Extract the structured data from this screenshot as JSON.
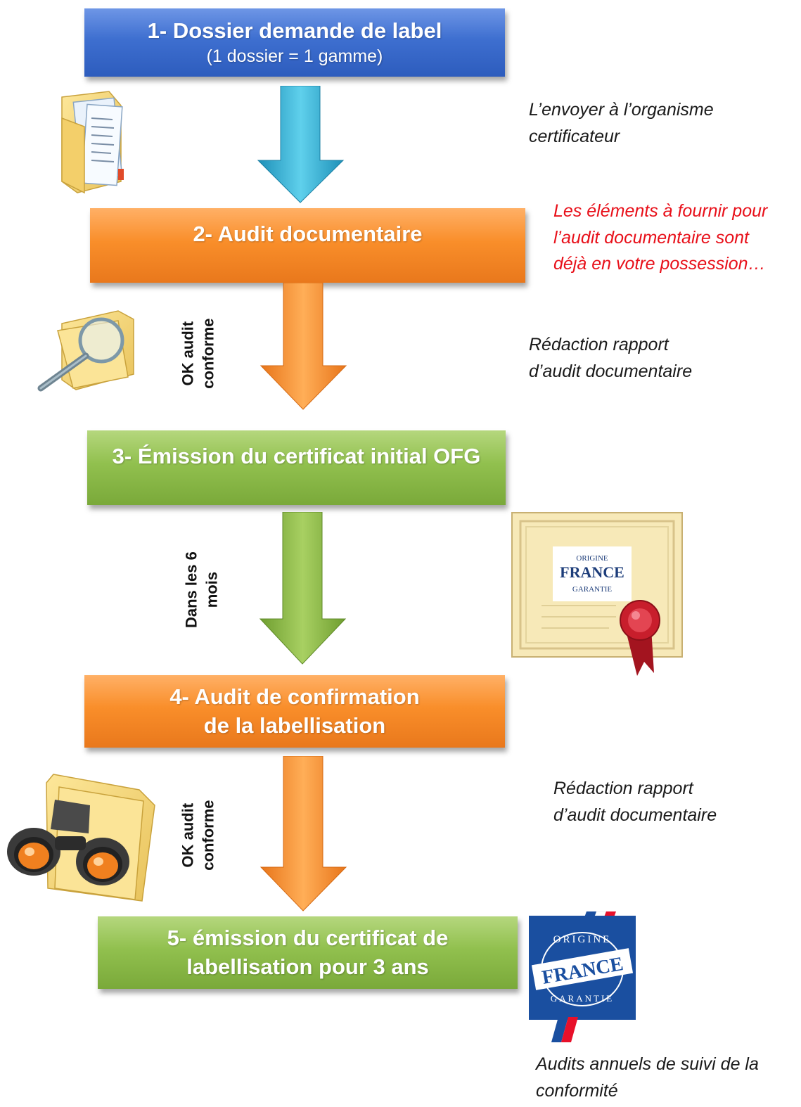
{
  "steps": [
    {
      "title": "1- Dossier demande de label",
      "subtitle": "(1 dossier = 1 gamme)",
      "color": "#3e6fd0"
    },
    {
      "title": "2- Audit documentaire",
      "color": "#f98e2a"
    },
    {
      "title": "3- Émission du certificat initial OFG",
      "color": "#91c04e"
    },
    {
      "title": "4- Audit de confirmation",
      "title_line2": "de la labellisation",
      "color": "#f98e2a"
    },
    {
      "title": "5- émission du certificat de",
      "title_line2": "labellisation pour 3 ans",
      "color": "#91c04e"
    }
  ],
  "arrow_labels": {
    "a2": {
      "line1": "OK audit",
      "line2": "conforme"
    },
    "a3": {
      "line1": "Dans les 6",
      "line2": "mois"
    },
    "a4": {
      "line1": "OK audit",
      "line2": "conforme"
    }
  },
  "notes": {
    "n1": {
      "line1": "L’envoyer à l’organisme",
      "line2": "certificateur"
    },
    "n2": {
      "line1": "Les éléments à fournir pour",
      "line2": "l’audit documentaire sont",
      "line3": "déjà en votre possession…",
      "color": "#e8101a"
    },
    "n3": {
      "line1": "Rédaction rapport",
      "line2": "d’audit documentaire"
    },
    "n4": {
      "line1": "Rédaction rapport",
      "line2": "d’audit documentaire"
    },
    "n5": {
      "line1": "Audits annuels de suivi de la",
      "line2": "conformité"
    }
  },
  "logos": {
    "certificate": {
      "top": "ORIGINE",
      "main": "FRANCE",
      "bottom": "GARANTIE"
    },
    "label": {
      "top": "ORIGINE",
      "main": "FRANCE",
      "bottom": "GARANTIE"
    }
  },
  "icons": [
    "folder-documents-icon",
    "folder-magnifier-icon",
    "certificate-icon",
    "folder-binoculars-icon",
    "origine-france-garantie-logo"
  ]
}
